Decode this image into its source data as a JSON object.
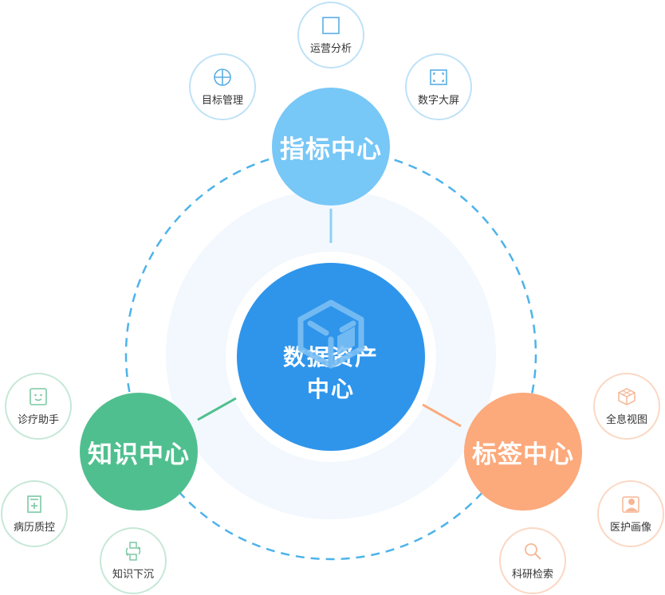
{
  "center": {
    "line1": "数据资产",
    "line2": "中心",
    "icon": "cube-icon"
  },
  "hubs": {
    "index": {
      "label": "指标中心",
      "color": "#77c7f7"
    },
    "knowledge": {
      "label": "知识中心",
      "color": "#50bf8f"
    },
    "tag": {
      "label": "标签中心",
      "color": "#fca97b"
    }
  },
  "satellites": {
    "index": [
      {
        "label": "目标管理",
        "icon": "crosshair-icon"
      },
      {
        "label": "运营分析",
        "icon": "square-icon"
      },
      {
        "label": "数字大屏",
        "icon": "screen-icon"
      }
    ],
    "knowledge": [
      {
        "label": "诊疗助手",
        "icon": "smile-face-icon"
      },
      {
        "label": "病历质控",
        "icon": "document-plus-icon"
      },
      {
        "label": "知识下沉",
        "icon": "cycle-icon"
      }
    ],
    "tag": [
      {
        "label": "全息视图",
        "icon": "hologram-cube-icon"
      },
      {
        "label": "医护画像",
        "icon": "person-icon"
      },
      {
        "label": "科研检索",
        "icon": "search-icon"
      }
    ]
  },
  "colors": {
    "center": "#2f95eb",
    "ring": "#4db3ea",
    "halo": "#f2f8fd"
  }
}
